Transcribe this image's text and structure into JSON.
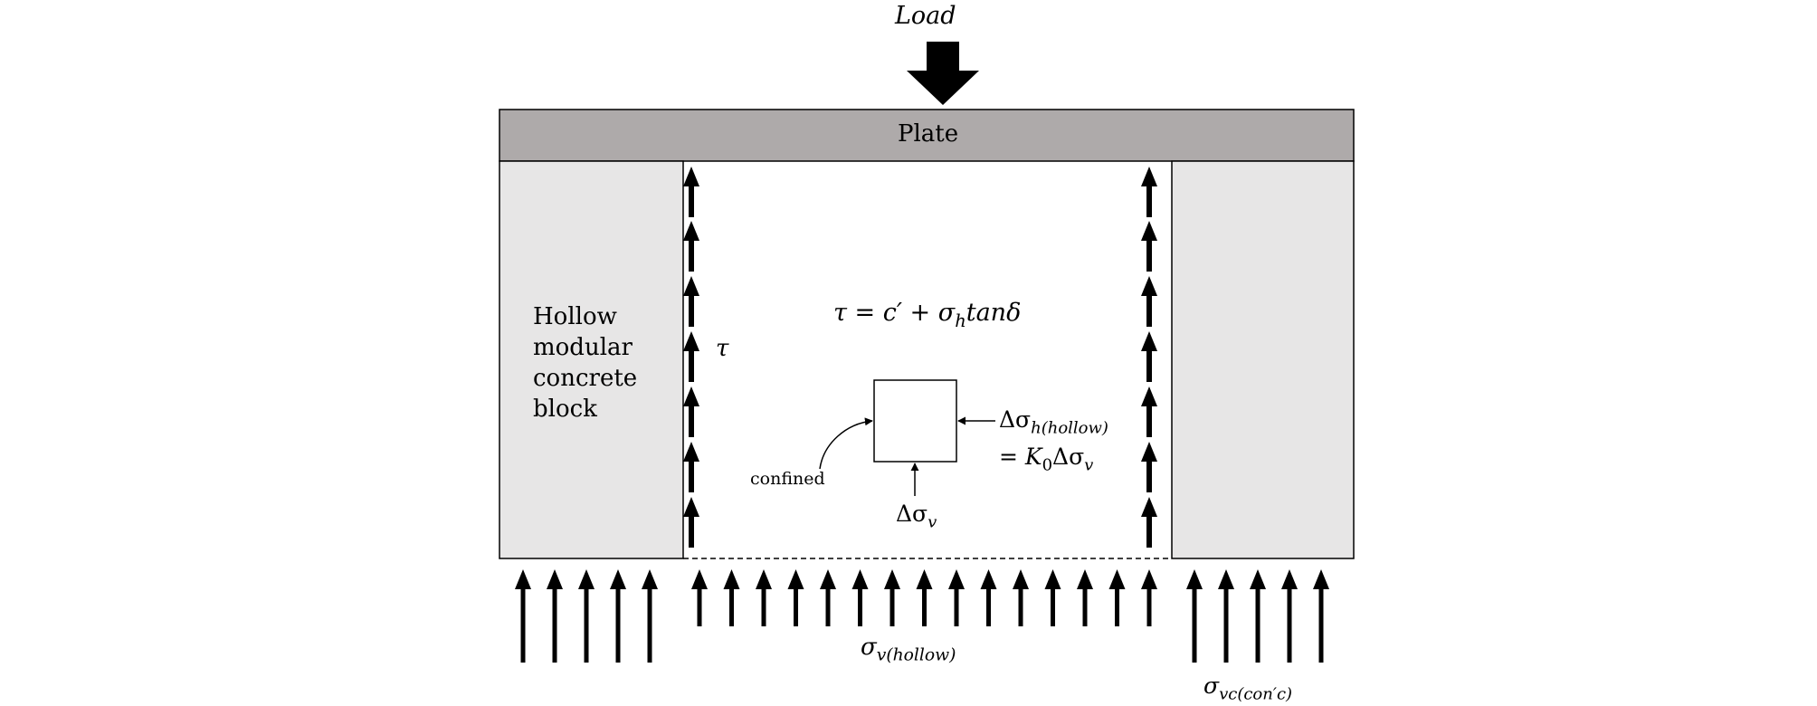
{
  "diagram": {
    "load_label": "Load",
    "plate_label": "Plate",
    "block_label_lines": [
      "Hollow",
      "modular",
      "concrete",
      "block"
    ],
    "tau_label": "τ",
    "shear_equation": {
      "lhs": "τ = c′ +  σ",
      "sub": "h",
      "rhs": "tanδ"
    },
    "confined_label": "confined",
    "delta_sigma_h": {
      "main": "Δσ",
      "sub": "h(hollow)"
    },
    "k0_equation": {
      "main": "= K",
      "sub0": "0",
      "mid": "Δσ",
      "sub": "v"
    },
    "delta_sigma_v": {
      "main": "Δσ",
      "sub": "v"
    },
    "sigma_v_hollow": {
      "main": "σ",
      "sub": "v(hollow)"
    },
    "sigma_vc_conc": {
      "main": "σ",
      "sub": "vc(con′c)"
    },
    "colors": {
      "plate_fill": "#aeaaaa",
      "block_fill": "#e7e6e6",
      "stroke": "#000000"
    }
  }
}
